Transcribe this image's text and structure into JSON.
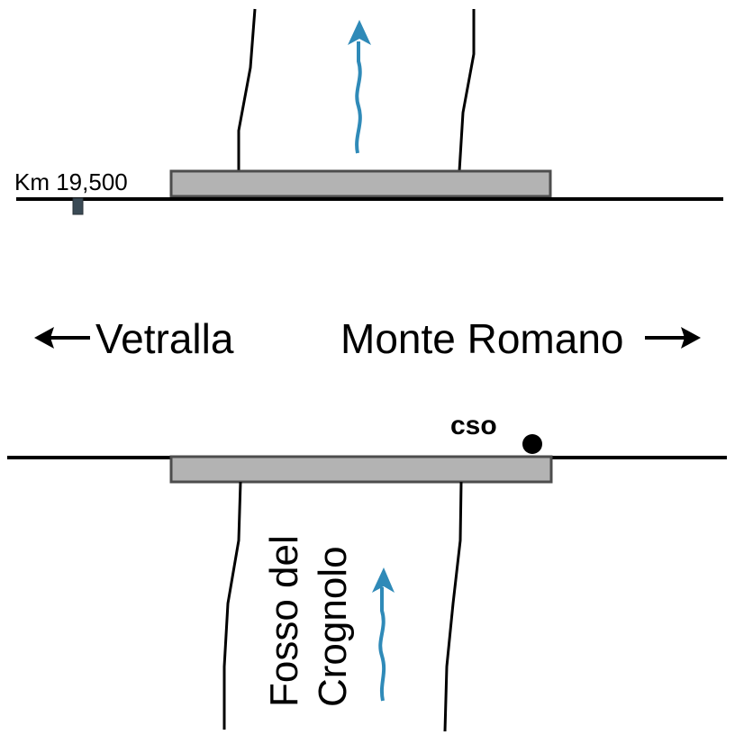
{
  "labels": {
    "km_marker": "Km 19,500",
    "left_direction": "Vetralla",
    "right_direction": "Monte Romano",
    "cso": "cso",
    "stream_line1": "Fosso del",
    "stream_line2": "Crognolo"
  },
  "icons": {
    "left_arrow": "arrow-left",
    "right_arrow": "arrow-right",
    "flow_arrow": "curved-arrow-up"
  },
  "colors": {
    "line": "#000000",
    "bridge_fill": "#b3b3b3",
    "bridge_stroke": "#4d4d4d",
    "flow_arrow": "#2f8ab8",
    "marker": "#3a4a55"
  }
}
